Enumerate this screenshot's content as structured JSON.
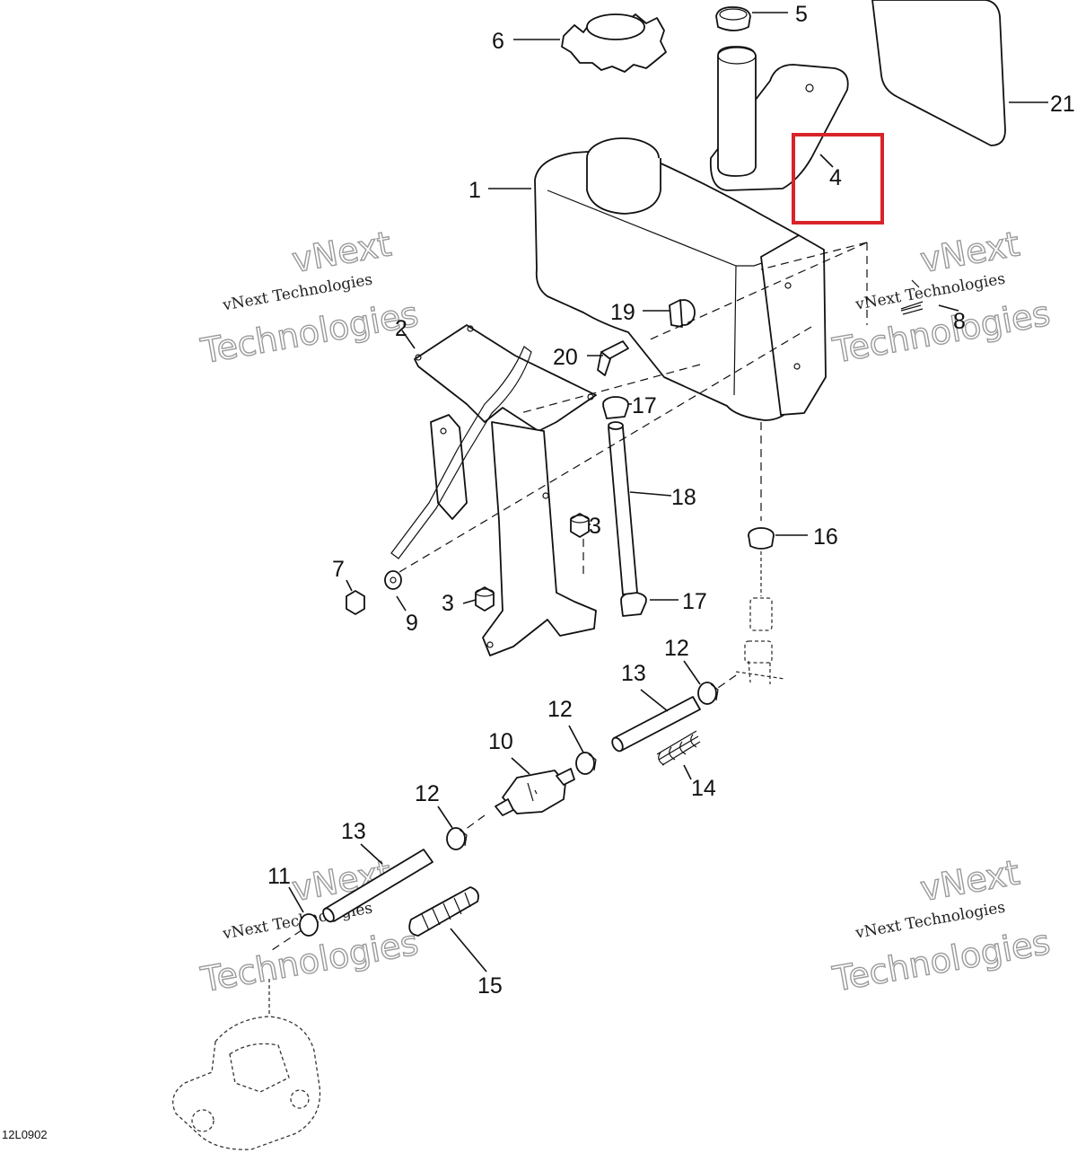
{
  "diagram_code": "12L0902",
  "watermark": {
    "line1": "vNext Technologies",
    "line2": "Technologies",
    "line3": "vNext"
  },
  "callouts": {
    "c1": "1",
    "c2": "2",
    "c3a": "3",
    "c3b": "3",
    "c4": "4",
    "c5": "5",
    "c6": "6",
    "c7": "7",
    "c8": "8",
    "c9": "9",
    "c10": "10",
    "c11": "11",
    "c12a": "12",
    "c12b": "12",
    "c12c": "12",
    "c13a": "13",
    "c13b": "13",
    "c14": "14",
    "c15": "15",
    "c16": "16",
    "c17a": "17",
    "c17b": "17",
    "c18": "18",
    "c19": "19",
    "c20": "20",
    "c21": "21"
  },
  "highlight": {
    "color": "#d9232a",
    "target": "4"
  },
  "colors": {
    "line": "#111111",
    "background": "#ffffff",
    "watermark_outline": "#9a9a9a"
  }
}
